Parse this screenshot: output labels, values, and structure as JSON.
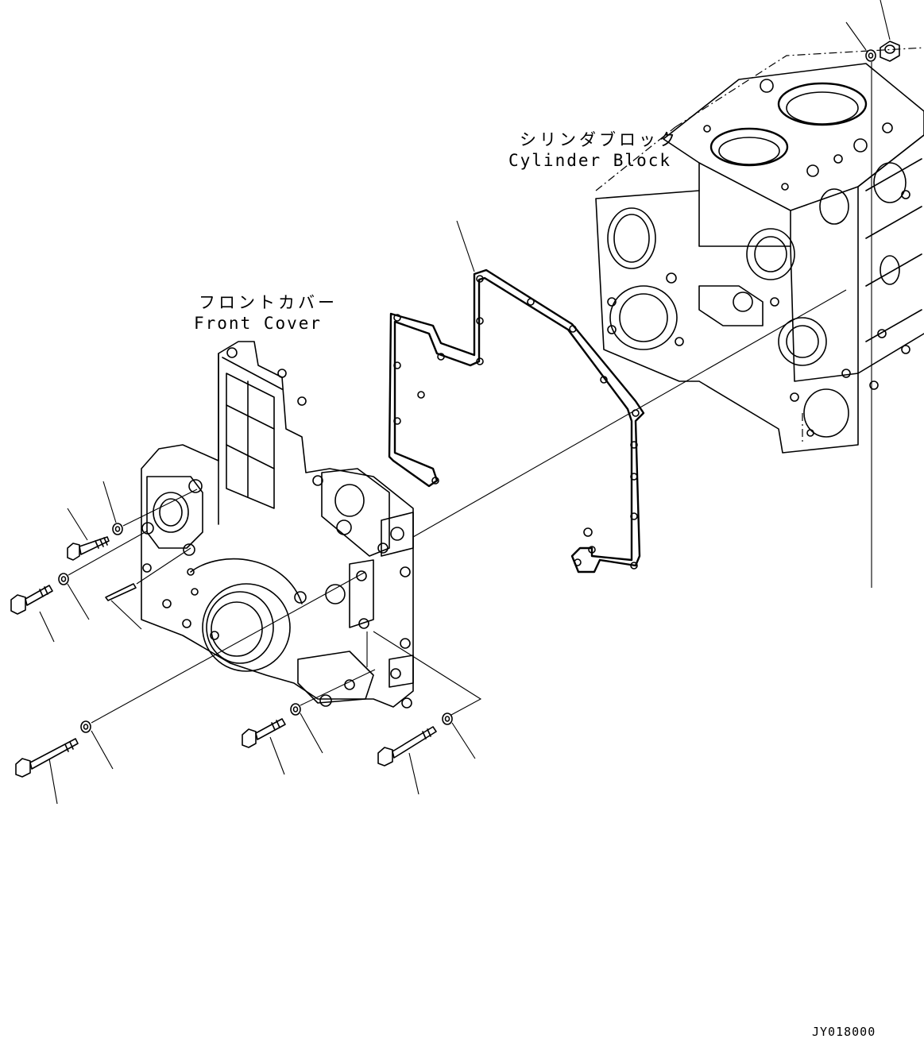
{
  "labels": {
    "cylinder_block_jp": "シリンダブロック",
    "cylinder_block_en": "Cylinder Block",
    "front_cover_jp": "フロントカバー",
    "front_cover_en": "Front Cover",
    "drawing_code": "JY018000"
  },
  "colors": {
    "line": "#000000",
    "background": "#ffffff"
  }
}
